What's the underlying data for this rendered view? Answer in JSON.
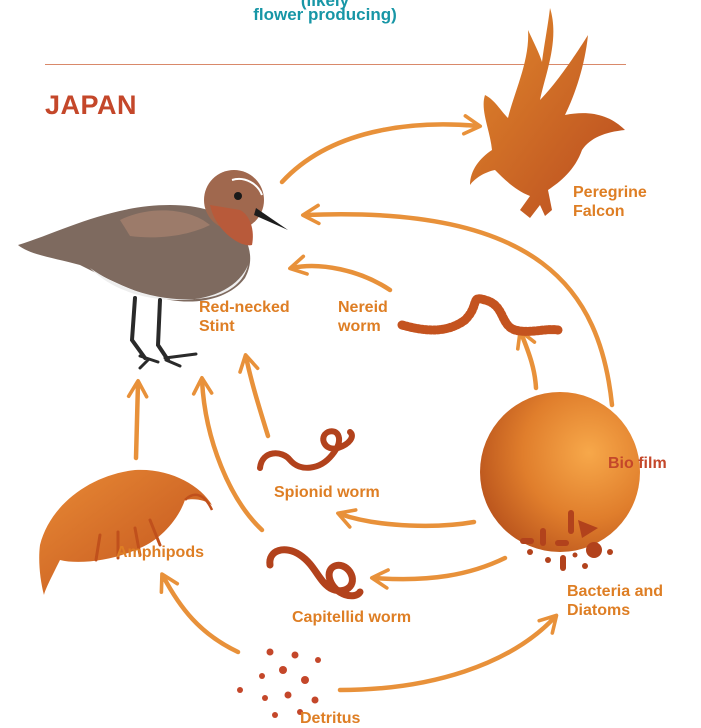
{
  "top_caption": {
    "line1": "(likely",
    "line2": "flower producing)"
  },
  "region_title": "JAPAN",
  "nodes": {
    "falcon": {
      "line1": "Peregrine",
      "line2": "Falcon"
    },
    "stint": {
      "line1": "Red-necked",
      "line2": "Stint"
    },
    "nereid": {
      "line1": "Nereid",
      "line2": "worm"
    },
    "biofilm": {
      "label": "Bio film"
    },
    "spionid": {
      "label": "Spionid worm"
    },
    "amphipods": {
      "label": "Amphipods"
    },
    "capitellid": {
      "label": "Capitellid worm"
    },
    "bacteria": {
      "line1": "Bacteria and",
      "line2": "Diatoms"
    },
    "detritus": {
      "label": "Detritus"
    }
  },
  "colors": {
    "arrow": "#e8913a",
    "label_orange": "#de7e24",
    "label_red": "#c4472a",
    "region": "#c4472a",
    "caption": "#1796a6",
    "organism": "#c4531f"
  }
}
